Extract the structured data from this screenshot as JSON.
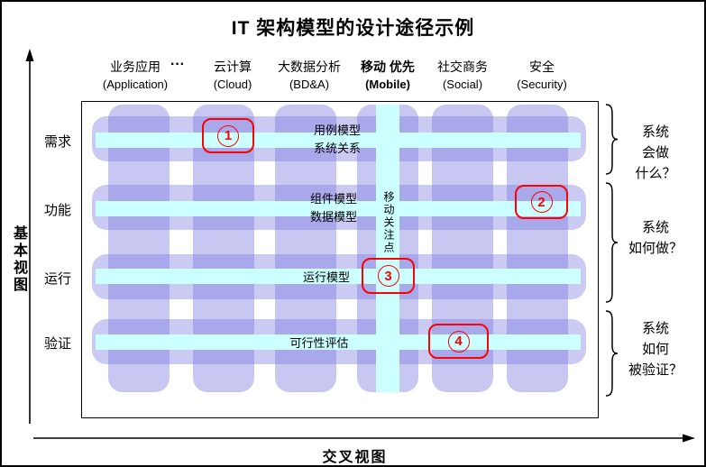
{
  "title": "IT 架构模型的设计途径示例",
  "axes": {
    "y_label": "基本视图",
    "x_label": "交叉视图"
  },
  "header": {
    "ellipsis": "···",
    "columns": [
      {
        "cn": "业务应用",
        "en": "(Application)"
      },
      {
        "cn": "云计算",
        "en": "(Cloud)"
      },
      {
        "cn": "大数据分析",
        "en": "(BD&A)"
      },
      {
        "cn": "移动 优先",
        "en": "(Mobile)"
      },
      {
        "cn": "社交商务",
        "en": "(Social)"
      },
      {
        "cn": "安全",
        "en": "(Security)"
      }
    ]
  },
  "rows": [
    {
      "label": "需求",
      "models": [
        "用例模型",
        "系统关系"
      ],
      "badge": "1"
    },
    {
      "label": "功能",
      "models": [
        "组件模型",
        "数据模型"
      ],
      "badge": "2"
    },
    {
      "label": "运行",
      "models": [
        "运行模型"
      ],
      "badge": "3"
    },
    {
      "label": "验证",
      "models": [
        "可行性评估"
      ],
      "badge": "4"
    }
  ],
  "mobile_bar": {
    "label": "移动关注点"
  },
  "braces": [
    {
      "line1": "系统",
      "line2": "会做",
      "line3": "什么？"
    },
    {
      "line1": "系统",
      "line2": "如何做？",
      "line3": ""
    },
    {
      "line1": "系统",
      "line2": "如何",
      "line3": "被验证？"
    }
  ],
  "colors": {
    "lane_purple": "#c7c7f3",
    "bar_cyan": "#ccffff",
    "accent_red": "#ff0000"
  }
}
